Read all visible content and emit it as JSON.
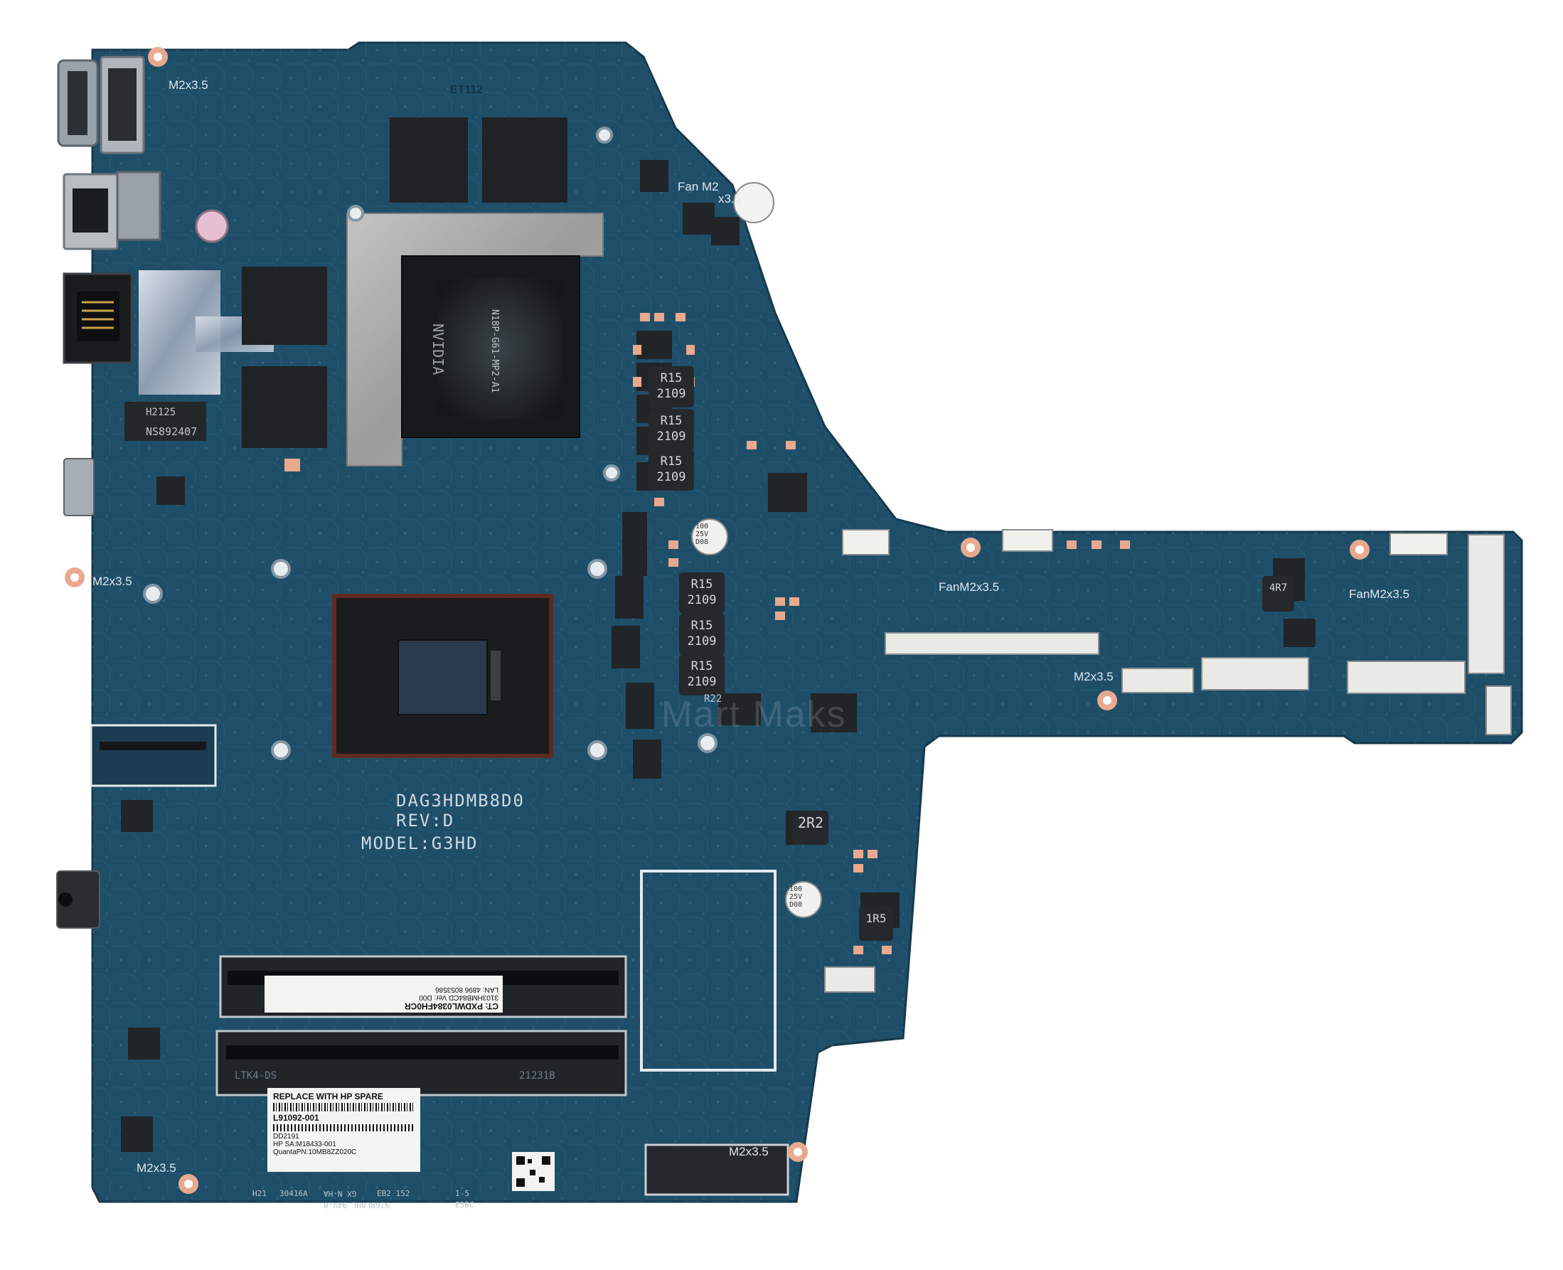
{
  "colors": {
    "pcb": "#1f4e69",
    "pcb_dark": "#183f56",
    "copper_pad": "#e9a98f",
    "chip": "#202326",
    "shield": "#a5a5a5",
    "silkscreen": "#dfe8ef",
    "sticker": "#f4f4f2"
  },
  "board": {
    "model_code": "DAG3HDMB8D0",
    "revision": "REV:D",
    "model": "MODEL:G3HD",
    "edge_code": "ET112",
    "watermark": "Mart Maks"
  },
  "screw_labels": {
    "top_left": "M2x3.5",
    "left_middle": "M2x3.5",
    "bottom_left": "M2x3.5",
    "bottom_center": "M2x3.5",
    "center_right": "M2x3.5"
  },
  "fan_labels": {
    "fan_top": "Fan M2",
    "fan_top_size": "x3.5",
    "fan_middle": "FanM2x3.5",
    "fan_right": "FanM2x3.5"
  },
  "gpu": {
    "brand": "NVIDIA",
    "part": "N18P-G61-MP2-A1"
  },
  "inductors": [
    "R15\n2109",
    "R15\n2109",
    "R15\n2109",
    "R15\n2109",
    "R15\n2109",
    "R15\n2109"
  ],
  "lan_chip": {
    "line1": "H2125",
    "line2": "NS892407"
  },
  "other_markings": {
    "inductor_2r2": "2R2",
    "inductor_1r5": "1R5",
    "inductor_4r7": "4R7",
    "ram_slot_top": "LTK4-DS",
    "ram_slot_bottom": "21231B",
    "small_code": "R22"
  },
  "capacitors": {
    "cap1": "100\n25V\nD08",
    "cap2": "100\n25V\nD08"
  },
  "barcode_label": {
    "ct": "CT: PXDWL0384FH0CR",
    "line2": "3103HMB84CD  Ver: D00",
    "line3": "LAN: 4896 8053586"
  },
  "hp_label": {
    "line1": "REPLACE WITH HP SPARE",
    "line2": "L91092-001",
    "line3": "DD2191",
    "line4": "HP SA:M18433-001",
    "line5": "QuantaPN:10MB8ZZ020C"
  },
  "bottom_codes": {
    "c1": "H21",
    "c2": "30416A",
    "c3": "GX N-HA",
    "c4": "EB2 152",
    "c5": "1-5",
    "c6": "916BL8HL  94V-0",
    "c7": "E5BC"
  }
}
